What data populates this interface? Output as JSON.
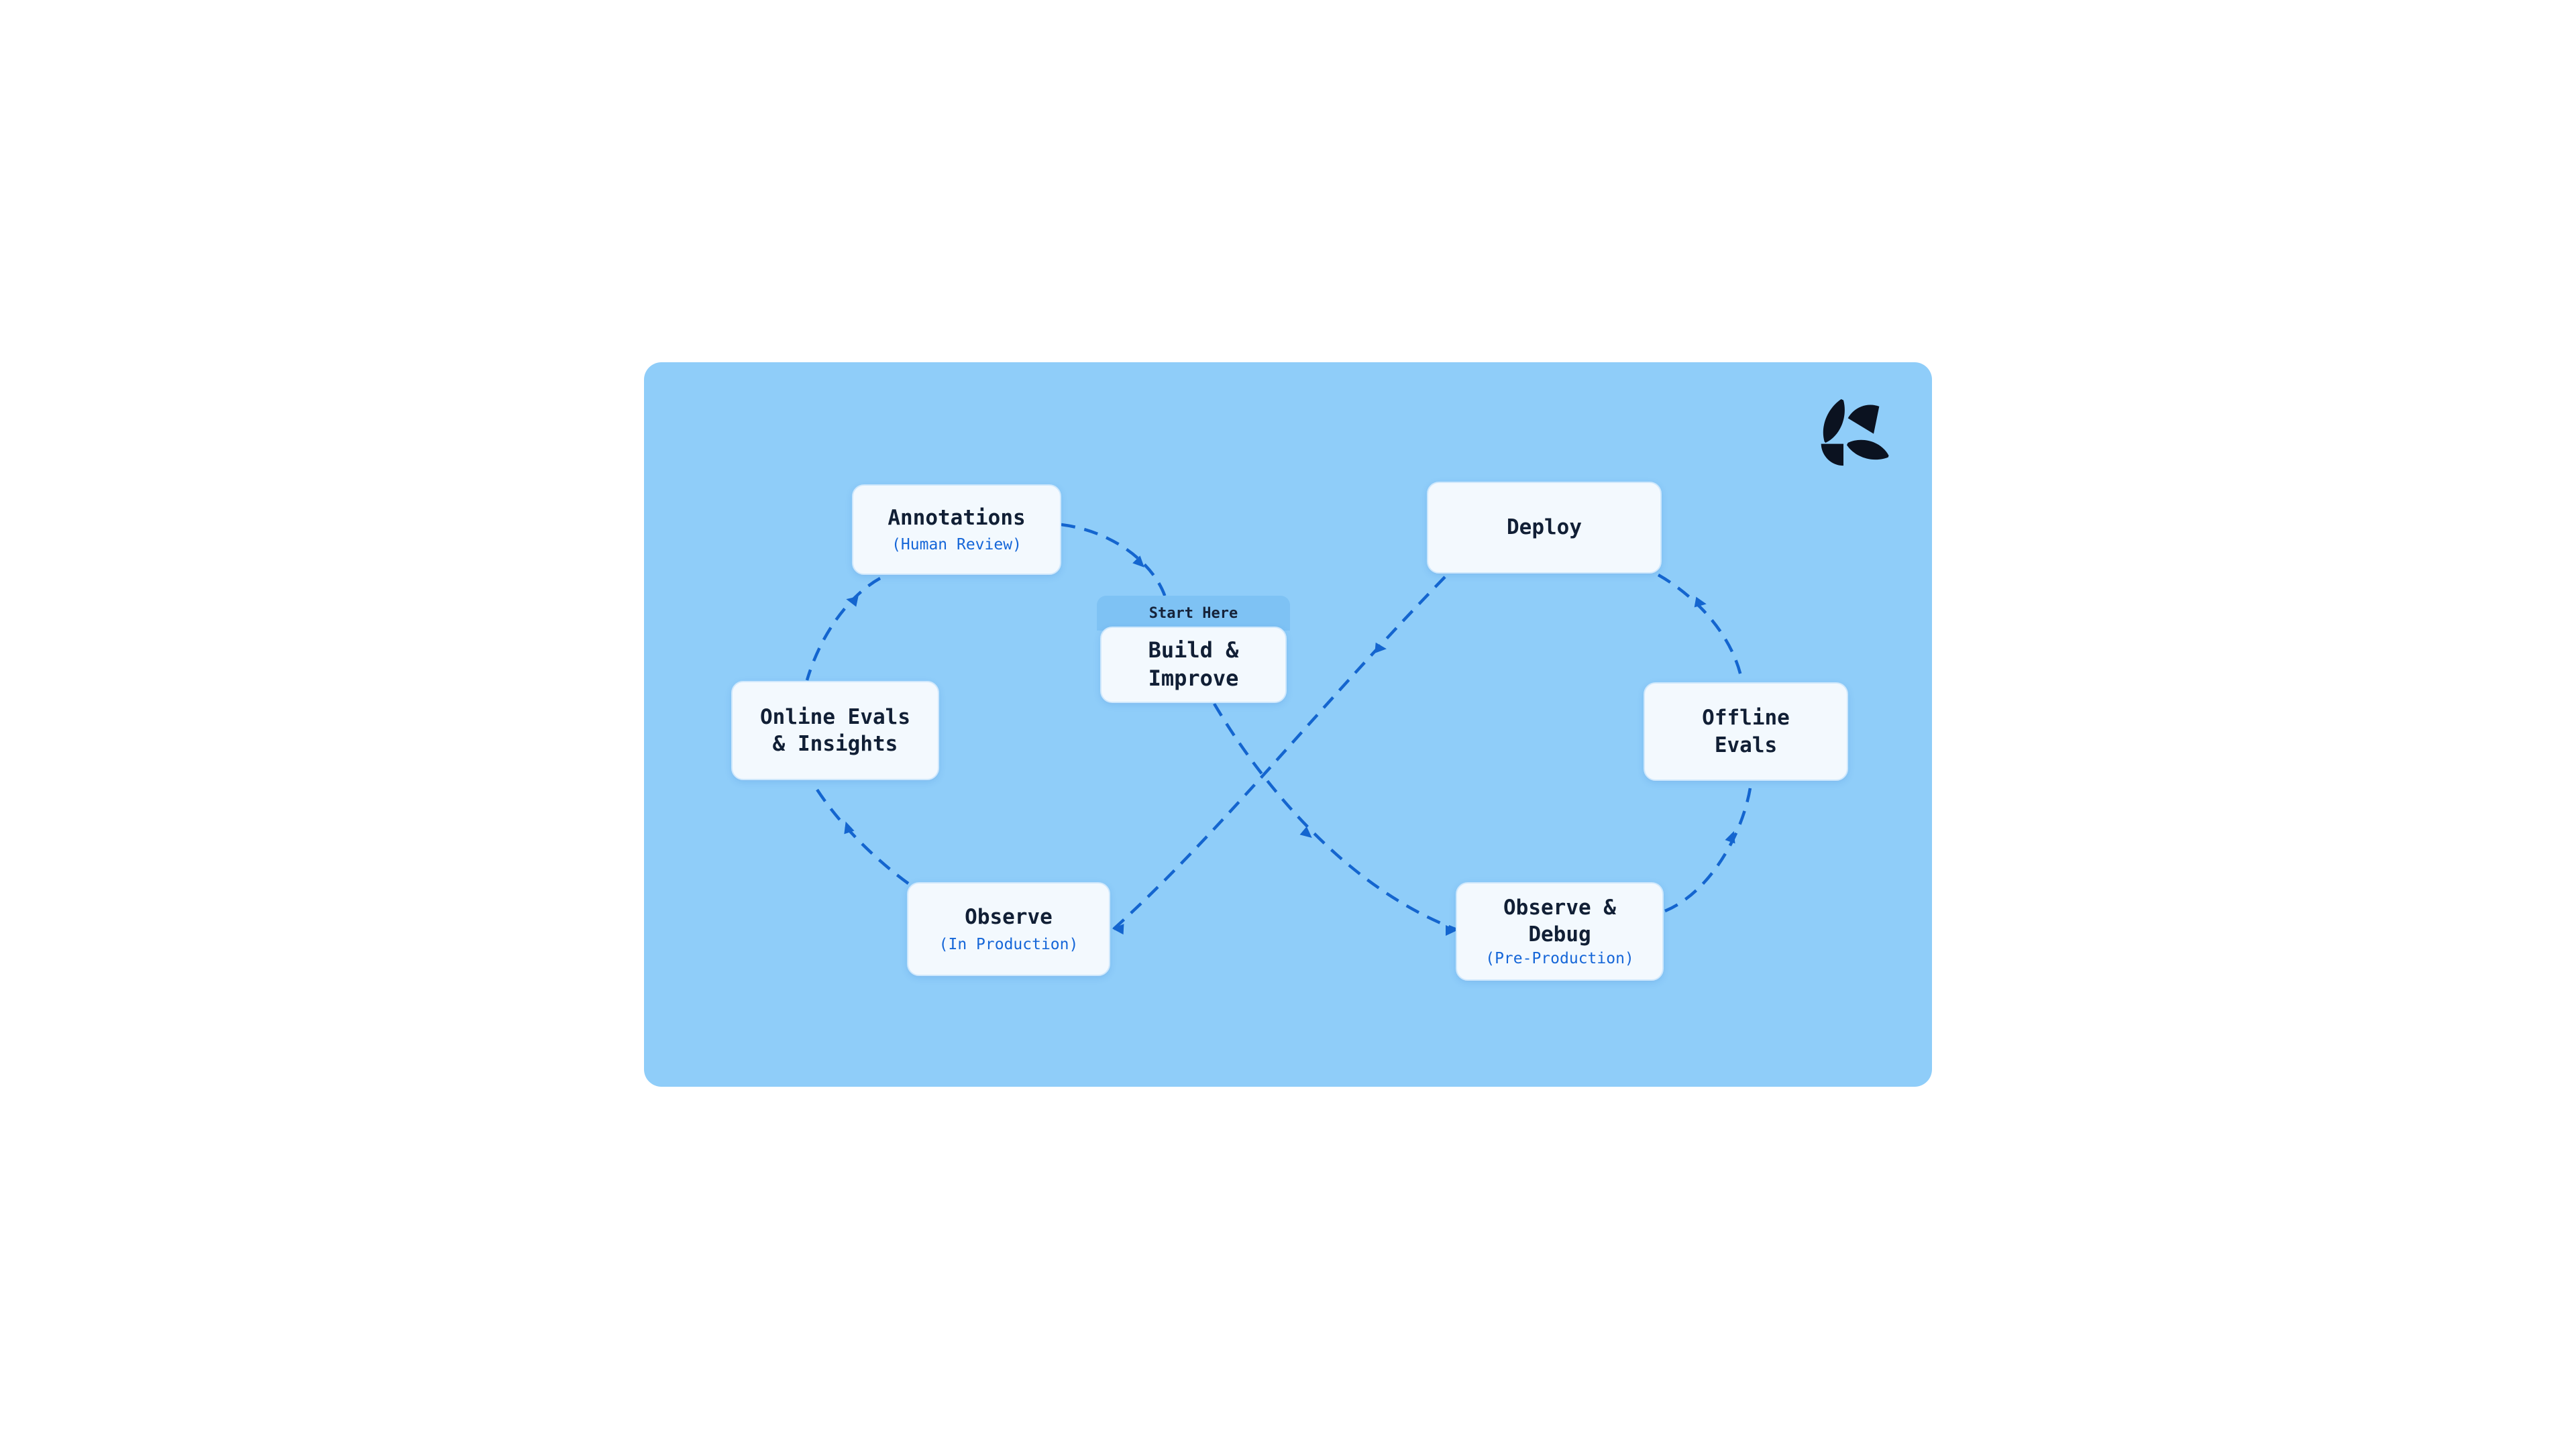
{
  "diagram": {
    "description": "LLMOps infinity loop workflow diagram",
    "nodes": {
      "annotations": {
        "title": "Annotations",
        "subtitle": "(Human Review)"
      },
      "deploy": {
        "title": "Deploy"
      },
      "start": {
        "badge": "Start Here",
        "title_line1": "Build &",
        "title_line2": "Improve"
      },
      "online_evals": {
        "title_line1": "Online Evals",
        "title_line2": "& Insights"
      },
      "offline_evals": {
        "title_line1": "Offline",
        "title_line2": "Evals"
      },
      "observe_production": {
        "title": "Observe",
        "subtitle": "(In Production)"
      },
      "observe_debug": {
        "title_line1": "Observe &",
        "title_line2": "Debug",
        "subtitle": "(Pre-Production)"
      }
    },
    "colors": {
      "background": "#8FCDF9",
      "card": "#F3F9FE",
      "card_border": "#CFE8FC",
      "navy_text": "#111F35",
      "blue_text": "#1566D8",
      "arrow": "#1465CF",
      "badge_band": "#7EC2F4",
      "logo": "#0B1220"
    }
  }
}
